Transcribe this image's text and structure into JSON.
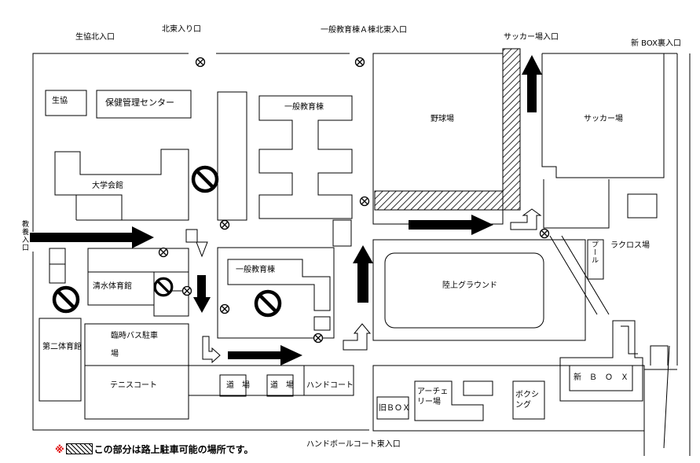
{
  "labels": {
    "seikyo_north_entrance": "生協北入口",
    "north_east_entrance": "北東入り口",
    "general_bldg_a_ne_entrance": "一般教育棟Ａ棟北東入口",
    "soccer_entrance": "サッカー場入口",
    "new_box_back_entrance": "新 BOX裏入口",
    "seikyo": "生協",
    "health_center": "保健管理センター",
    "general_bldg_1": "一般教育棟",
    "baseball": "野球場",
    "soccer": "サッカー場",
    "university_hall": "大学会館",
    "faculty_entrance": "教養入口",
    "shimizu_gym": "清水体育館",
    "general_bldg_2": "一般教育棟",
    "pool": "プール",
    "lacrosse": "ラクロス場",
    "athletics_ground": "陸上グラウンド",
    "second_gym": "第二体育館",
    "temp_bus_parking_1": "臨時バス駐車",
    "temp_bus_parking_2": "場",
    "tennis_court": "テニスコート",
    "dojo_1": "道　場",
    "dojo_2": "道　場",
    "handball_court": "ハンドコート",
    "old_box": "旧ＢＯＸ",
    "archery": "アーチェリー場",
    "boxing": "ボクシング",
    "new_box": "新　Ｂ　Ｏ　Ｘ",
    "handball_east_entrance": "ハンドボールコート東入口"
  },
  "note": {
    "mark": "※",
    "text": "この部分は路上駐車可能の場所です。"
  }
}
